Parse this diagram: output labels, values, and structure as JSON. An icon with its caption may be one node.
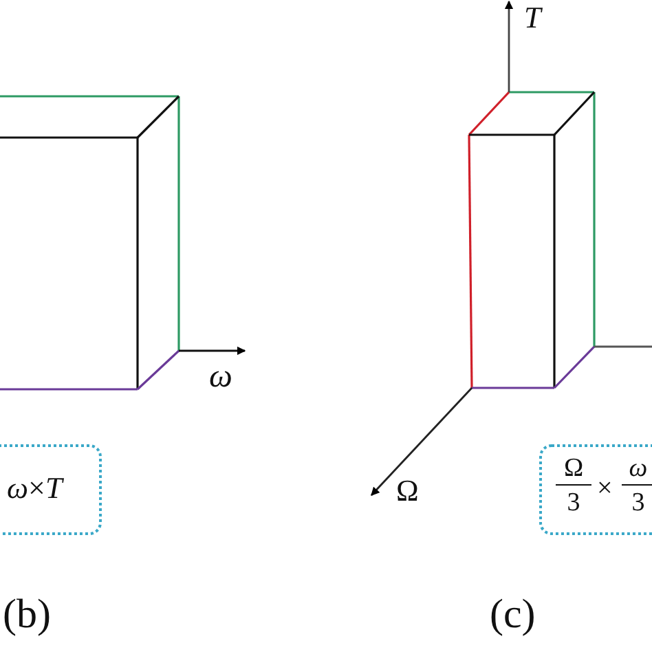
{
  "diagram": {
    "nodes": [
      {
        "text": [
          "*ω*×*T*"
        ]
      },
      {
        "text": [
          "Ω",
          "3",
          "×",
          "ω",
          "3"
        ]
      }
    ],
    "labels": [
      "ω",
      "(b)",
      "T",
      "Ω",
      "(c)"
    ]
  }
}
